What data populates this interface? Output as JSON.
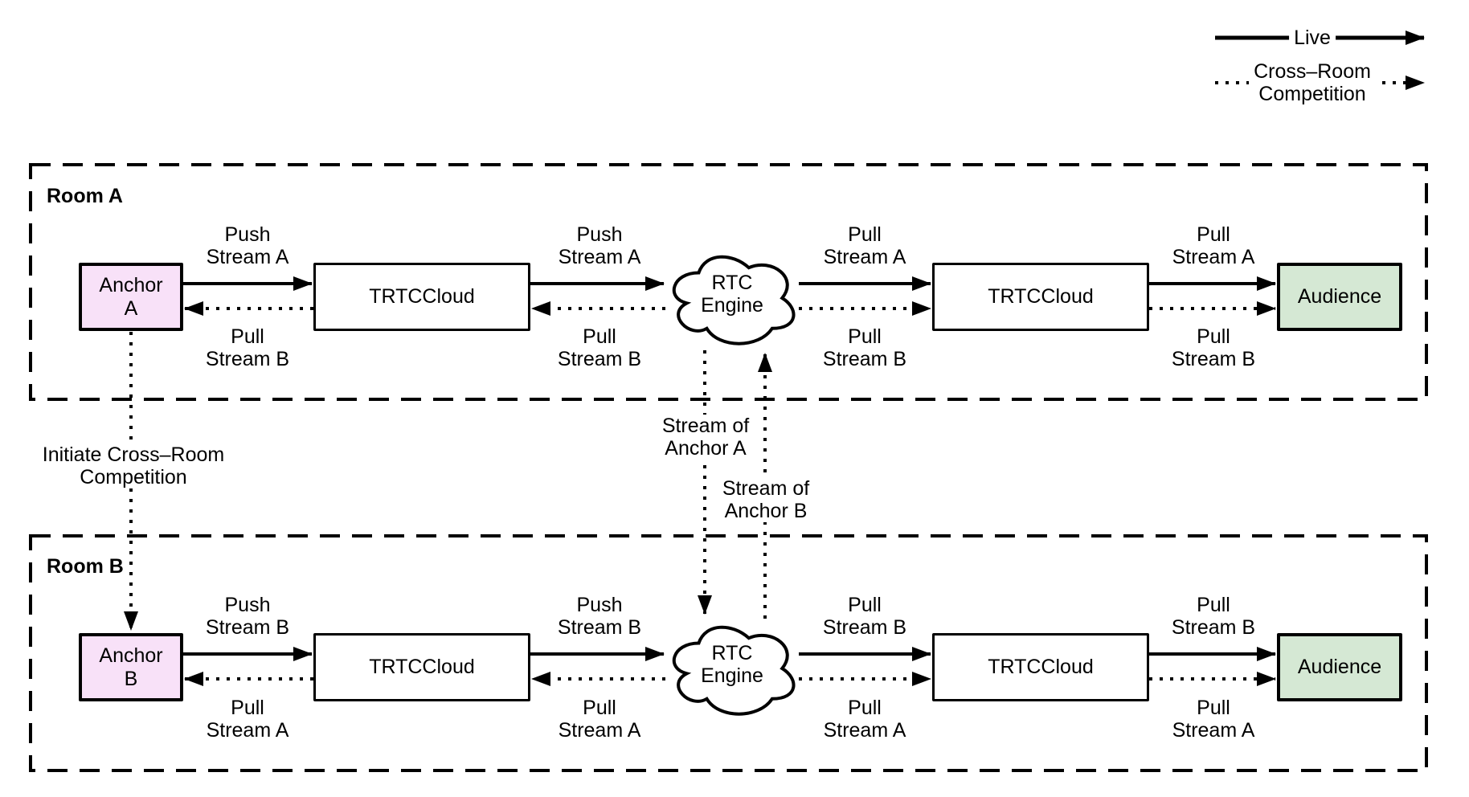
{
  "legend": {
    "live": "Live",
    "cross_room": [
      "Cross–Room",
      "Competition"
    ]
  },
  "room_a": {
    "label": "Room A",
    "anchor": [
      "Anchor",
      "A"
    ],
    "trtc_left": "TRTCCloud",
    "engine": [
      "RTC",
      "Engine"
    ],
    "trtc_right": "TRTCCloud",
    "audience": "Audience",
    "top_labels": [
      [
        "Push",
        "Stream A"
      ],
      [
        "Push",
        "Stream A"
      ],
      [
        "Pull",
        "Stream A"
      ],
      [
        "Pull",
        "Stream A"
      ]
    ],
    "bottom_labels": [
      [
        "Pull",
        "Stream B"
      ],
      [
        "Pull",
        "Stream B"
      ],
      [
        "Pull",
        "Stream B"
      ],
      [
        "Pull",
        "Stream B"
      ]
    ]
  },
  "room_b": {
    "label": "Room B",
    "anchor": [
      "Anchor",
      "B"
    ],
    "trtc_left": "TRTCCloud",
    "engine": [
      "RTC",
      "Engine"
    ],
    "trtc_right": "TRTCCloud",
    "audience": "Audience",
    "top_labels": [
      [
        "Push",
        "Stream B"
      ],
      [
        "Push",
        "Stream B"
      ],
      [
        "Pull",
        "Stream B"
      ],
      [
        "Pull",
        "Stream B"
      ]
    ],
    "bottom_labels": [
      [
        "Pull",
        "Stream A"
      ],
      [
        "Pull",
        "Stream A"
      ],
      [
        "Pull",
        "Stream A"
      ],
      [
        "Pull",
        "Stream A"
      ]
    ]
  },
  "cross_room_links": {
    "initiate": [
      "Initiate Cross–Room",
      "Competition"
    ],
    "stream_of_anchor_a": [
      "Stream of",
      "Anchor A"
    ],
    "stream_of_anchor_b": [
      "Stream of",
      "Anchor B"
    ]
  },
  "colors": {
    "stroke": "#000000",
    "node_fill": "#ffffff",
    "anchor_fill": "#f8e1f8",
    "audience_fill": "#d5e8d4"
  }
}
